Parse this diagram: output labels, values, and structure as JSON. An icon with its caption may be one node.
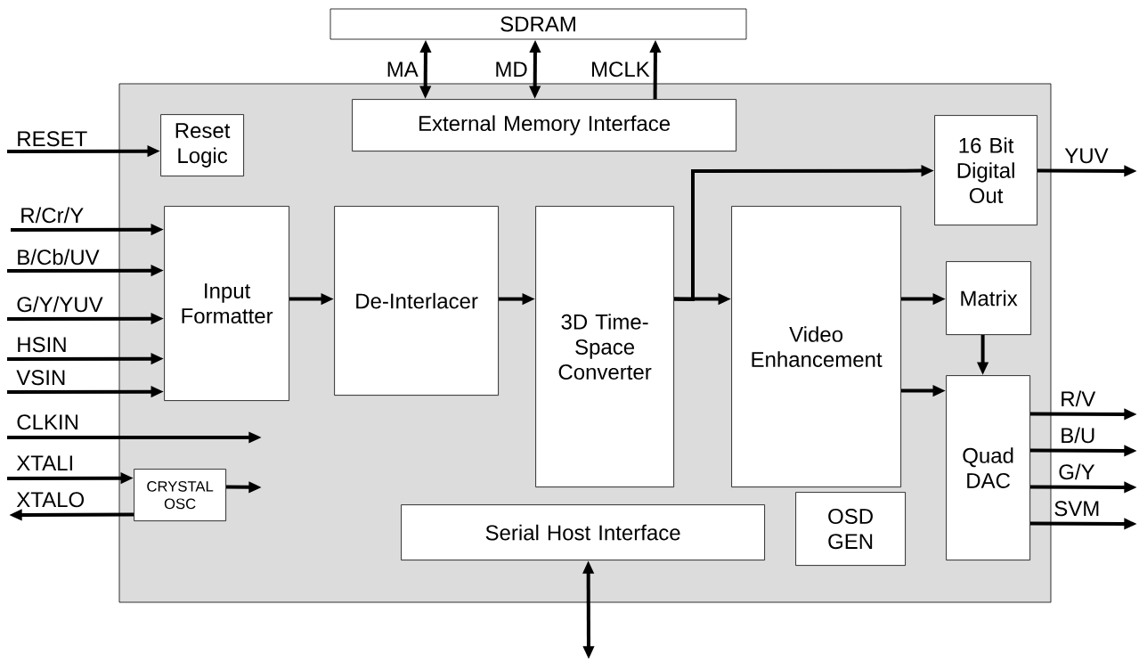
{
  "diagram": {
    "nodes": [
      {
        "text": [],
        "shape": "box"
      },
      {
        "text": [
          "SDRAM"
        ]
      },
      {
        "text": [
          "External Memory Interface"
        ],
        "in": 0
      },
      {
        "text": [
          "Reset Logic"
        ],
        "in": 0
      },
      {
        "text": [
          "Input Formatter"
        ],
        "in": 0
      },
      {
        "text": [
          "De-Interlacer"
        ],
        "in": 0
      },
      {
        "text": [
          "3D Time-Space Converter"
        ],
        "in": 0
      },
      {
        "text": [
          "Video Enhancement"
        ],
        "in": 0
      },
      {
        "text": [
          "16 Bit Digital Out"
        ],
        "in": 0
      },
      {
        "text": [
          "Matrix"
        ],
        "in": 0
      },
      {
        "text": [
          "Quad DAC"
        ],
        "in": 0
      },
      {
        "text": [
          "CRYSTAL OSC"
        ],
        "in": 0
      },
      {
        "text": [
          "Serial Host Interface"
        ],
        "in": 0
      },
      {
        "text": [
          "OSD GEN"
        ],
        "in": 0
      }
    ],
    "edges": [
      {
        "from": 2,
        "to": 1,
        "arrow": "both",
        "label": "MA"
      },
      {
        "from": 2,
        "to": 1,
        "arrow": "both",
        "label": "MD"
      },
      {
        "from": 2,
        "to": 1,
        "arrow": "to",
        "label": "MCLK"
      },
      {
        "from": null,
        "to": 3,
        "arrow": "to",
        "label": "RESET"
      },
      {
        "from": null,
        "to": 4,
        "arrow": "to",
        "label": "R/Cr/Y"
      },
      {
        "from": null,
        "to": 4,
        "arrow": "to",
        "label": "B/Cb/UV"
      },
      {
        "from": null,
        "to": 4,
        "arrow": "to",
        "label": "G/Y/YUV"
      },
      {
        "from": null,
        "to": 4,
        "arrow": "to",
        "label": "HSIN"
      },
      {
        "from": null,
        "to": 4,
        "arrow": "to",
        "label": "VSIN"
      },
      {
        "from": null,
        "to": 11,
        "arrow": "to",
        "label": "XTALI"
      },
      {
        "from": 11,
        "to": null,
        "arrow": "to",
        "label": "XTALO"
      },
      {
        "from": 11,
        "to": null,
        "arrow": "to"
      },
      {
        "from": 4,
        "to": 5,
        "arrow": "to"
      },
      {
        "from": 5,
        "to": 6,
        "arrow": "to"
      },
      {
        "from": 6,
        "to": 7,
        "arrow": "to"
      },
      {
        "from": 6,
        "to": 8,
        "arrow": "to"
      },
      {
        "from": 8,
        "to": null,
        "arrow": "to",
        "label": "YUV"
      },
      {
        "from": 7,
        "to": 9,
        "arrow": "to"
      },
      {
        "from": 7,
        "to": 10,
        "arrow": "to"
      },
      {
        "from": 9,
        "to": 10,
        "arrow": "to"
      },
      {
        "from": 10,
        "to": null,
        "arrow": "to",
        "label": "R/V"
      },
      {
        "from": 10,
        "to": null,
        "arrow": "to",
        "label": "B/U"
      },
      {
        "from": 10,
        "to": null,
        "arrow": "to",
        "label": "G/Y"
      },
      {
        "from": 10,
        "to": null,
        "arrow": "to",
        "label": "SVM"
      },
      {
        "from": 12,
        "to": null,
        "arrow": "both"
      }
    ],
    "labels": [
      "CLKIN"
    ]
  }
}
